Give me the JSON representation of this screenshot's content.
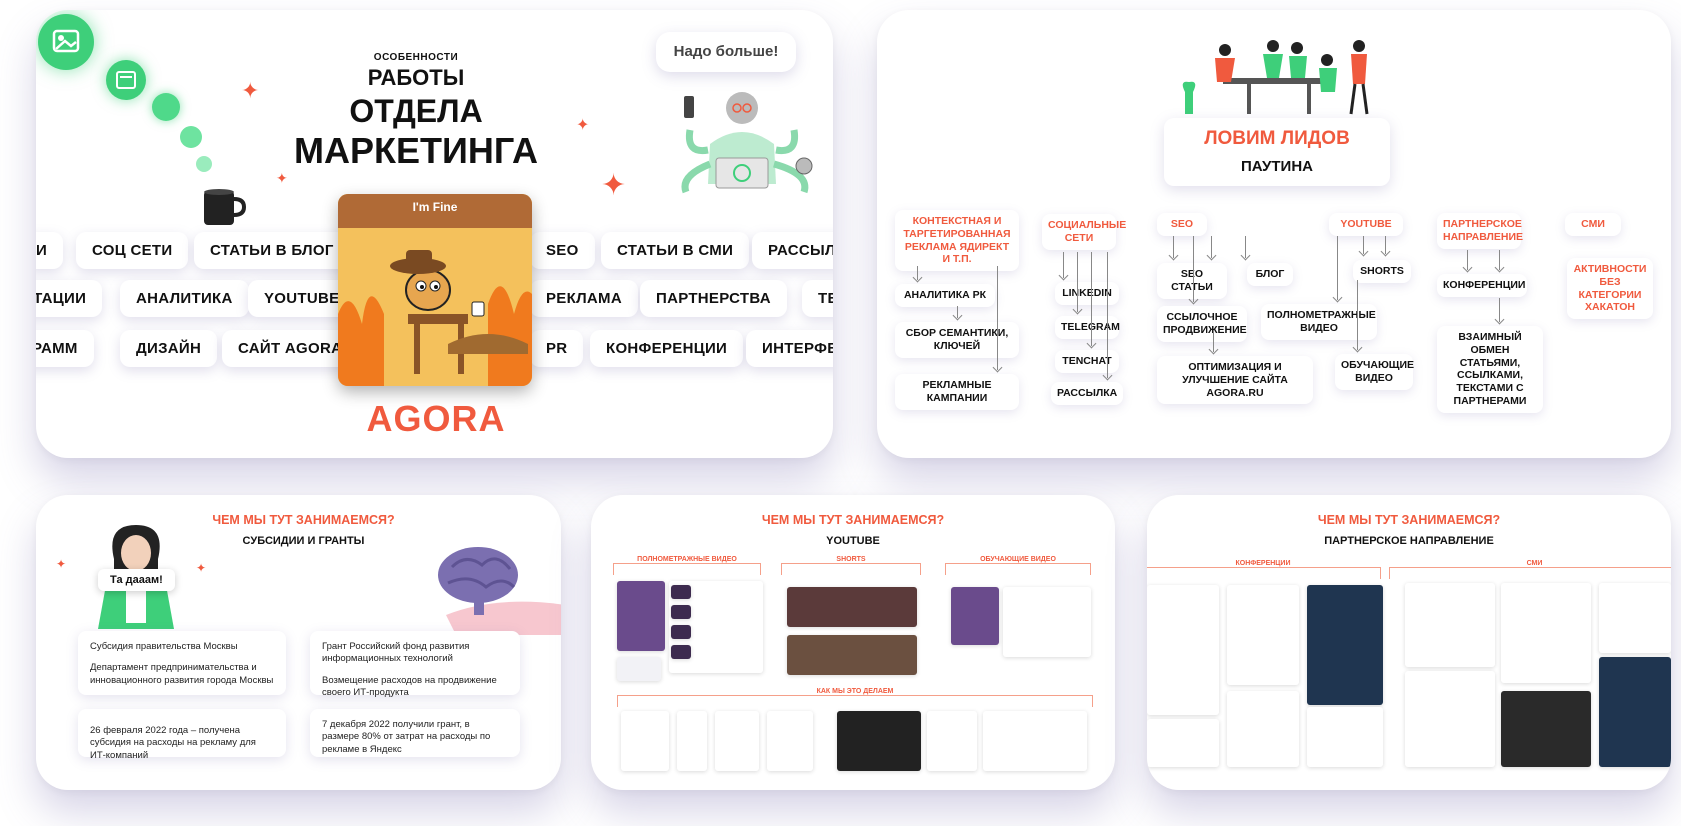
{
  "card1": {
    "kicker": "ОСОБЕННОСТИ",
    "title_line1": "РАБОТЫ",
    "title_line2": "ОТДЕЛА",
    "title_line3": "МАРКЕТИНГА",
    "speech": "Надо больше!",
    "meme_caption": "I'm Fine",
    "logo": "AGORA",
    "row1": [
      "И",
      "СОЦ СЕТИ",
      "СТАТЬИ В БЛОГ",
      "SEO",
      "СТАТЬИ В СМИ",
      "РАССЫЛ"
    ],
    "row2": [
      "НТАЦИИ",
      "АНАЛИТИКА",
      "YOUTUBE",
      "РЕКЛАМА",
      "ПАРТНЕРСТВА",
      "ТЕ"
    ],
    "row3": [
      "РАММ",
      "ДИЗАЙН",
      "САЙТ AGORA",
      "PR",
      "КОНФЕРЕНЦИИ",
      "ИНТЕРФЕ"
    ]
  },
  "card2": {
    "title": "ЛОВИМ ЛИДОВ",
    "subtitle": "ПАУТИНА",
    "context_header": "КОНТЕКСТНАЯ И ТАРГЕТИРОВАННАЯ РЕКЛАМА ЯДИРЕКТ И Т.П.",
    "context_items": [
      "АНАЛИТИКА РК",
      "СБОР СЕМАНТИКИ, КЛЮЧЕЙ",
      "РЕКЛАМНЫЕ КАМПАНИИ"
    ],
    "social_header": "СОЦИАЛЬНЫЕ СЕТИ",
    "social_items": [
      "LINKEDIN",
      "TELEGRAM",
      "TENCHAT",
      "РАССЫЛКА"
    ],
    "seo_header": "SEO",
    "seo_items": [
      "SEO СТАТЬИ",
      "БЛОГ",
      "ССЫЛОЧНОЕ ПРОДВИЖЕНИЕ",
      "ОПТИМИЗАЦИЯ И УЛУЧШЕНИЕ САЙТА AGORA.RU"
    ],
    "youtube_header": "YOUTUBE",
    "youtube_items": [
      "SHORTS",
      "ПОЛНОМЕТРАЖНЫЕ ВИДЕО",
      "ОБУЧАЮЩИЕ ВИДЕО"
    ],
    "partner_header": "ПАРТНЕРСКОЕ НАПРАВЛЕНИЕ",
    "partner_items": [
      "КОНФЕРЕНЦИИ",
      "ВЗАИМНЫЙ ОБМЕН СТАТЬЯМИ, ССЫЛКАМИ, ТЕКСТАМИ С ПАРТНЕРАМИ"
    ],
    "media_header": "СМИ",
    "media_items": [
      "АКТИВНОСТИ БЕЗ КАТЕГОРИИ ХАКАТОН"
    ]
  },
  "card3": {
    "title": "ЧЕМ МЫ ТУТ ЗАНИМАЕМСЯ?",
    "subtitle": "СУБСИДИИ И ГРАНТЫ",
    "badge": "Та дааам!",
    "box1_a": "Субсидия правительства Москвы",
    "box1_b": "Департамент предпринимательства и инновационного развития города Москвы",
    "box2_a": "Грант Российский фонд развития информационных технологий",
    "box2_b": "Возмещение расходов на продвижение своего ИТ-продукта",
    "box3": "26 февраля 2022 года – получена субсидия на расходы на рекламу для ИТ-компаний",
    "box4": "7 декабря 2022 получили грант, в размере 80% от затрат на расходы по рекламе в Яндекс"
  },
  "card4": {
    "title": "ЧЕМ МЫ ТУТ ЗАНИМАЕМСЯ?",
    "subtitle": "YOUTUBE",
    "sec1": "ПОЛНОМЕТРАЖНЫЕ ВИДЕО",
    "sec2": "SHORTS",
    "sec3": "ОБУЧАЮЩИЕ ВИДЕО",
    "sec4": "КАК МЫ ЭТО ДЕЛАЕМ"
  },
  "card5": {
    "title": "ЧЕМ МЫ ТУТ ЗАНИМАЕМСЯ?",
    "subtitle": "ПАРТНЕРСКОЕ НАПРАВЛЕНИЕ",
    "sec1": "КОНФЕРЕНЦИИ",
    "sec2": "СМИ"
  },
  "colors": {
    "accent": "#f05a3e",
    "green": "#3ecf7a",
    "purple": "#6a4b8c"
  }
}
